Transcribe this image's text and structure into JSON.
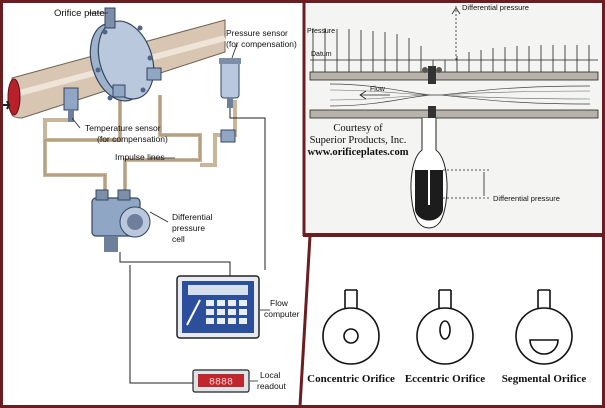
{
  "left_panel": {
    "labels": {
      "orifice_plate": "Orifice plate",
      "pressure_sensor_line1": "Pressure sensor",
      "pressure_sensor_line2": "(for compensation)",
      "temperature_sensor_line1": "Temperature sensor",
      "temperature_sensor_line2": "(for compensation)",
      "impulse_lines": "Impulse lines",
      "dp_cell_line1": "Differential",
      "dp_cell_line2": "pressure",
      "dp_cell_line3": "cell",
      "flow_computer_line1": "Flow",
      "flow_computer_line2": "computer",
      "local_readout_line1": "Local",
      "local_readout_line2": "readout"
    },
    "readout_display": "8888"
  },
  "top_right_panel": {
    "labels": {
      "differential_pressure_top": "Differential pressure",
      "pressure": "Pressure",
      "datum": "Datum",
      "flow": "Flow",
      "differential_pressure_bottom": "Differential pressure"
    },
    "courtesy_line1": "Courtesy of",
    "courtesy_line2": "Superior Products, Inc.",
    "courtesy_line3": "www.orificeplates.com"
  },
  "bottom_right_panel": {
    "orifices": [
      {
        "label": "Concentric Orifice",
        "shape": "circle"
      },
      {
        "label": "Eccentric Orifice",
        "shape": "ellipse"
      },
      {
        "label": "Segmental Orifice",
        "shape": "segment"
      }
    ]
  },
  "colors": {
    "border": "#6b1e22",
    "pipe": "#d8c6b3",
    "pipe_bore": "#b8212a",
    "equipment": "#8fa6c4",
    "computer_blue": "#2c4f9c",
    "readout_red": "#c0272d"
  }
}
